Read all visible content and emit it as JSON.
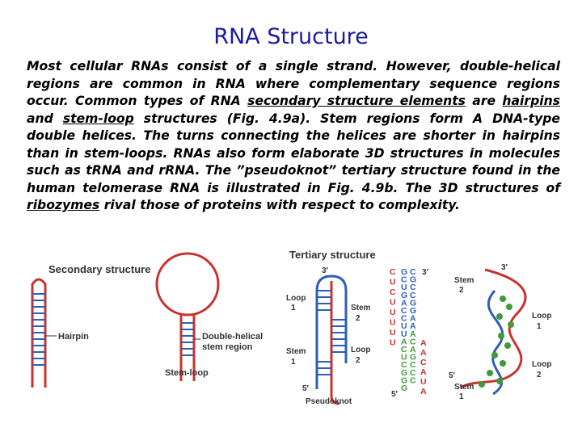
{
  "title": "RNA Structure",
  "paragraph": {
    "p1": "Most cellular RNAs consist of a single strand. However, double-helical regions are common in RNA where complementary sequence regions occur. Common types of RNA ",
    "link1": "secondary structure elements",
    "p2": " are ",
    "link2": "hairpins",
    "p3": " and ",
    "link3": "stem-loop",
    "p4": " structures (Fig. 4.9a). Stem regions form A DNA-type double helices. The turns connecting the helices are shorter in hairpins than in stem-loops. RNAs also form elaborate 3D structures in molecules such as tRNA and rRNA. The ”pseudoknot” tertiary structure found in the human telomerase RNA is illustrated in Fig. 4.9b. The 3D structures of ",
    "link4": "ribozymes",
    "p5": " rival those of proteins with respect to complexity."
  },
  "figure": {
    "secondary_title": "Secondary structure",
    "hairpin": "Hairpin",
    "double_helical_1": "Double-helical",
    "double_helical_2": "stem region",
    "stem_loop": "Stem-loop",
    "tertiary_title": "Tertiary structure",
    "three_prime": "3′",
    "five_prime": "5′",
    "loop1_a": "Loop",
    "loop1_b": "1",
    "stem2_a": "Stem",
    "stem2_b": "2",
    "stem1_a": "Stem",
    "stem1_b": "1",
    "loop2_a": "Loop",
    "loop2_b": "2",
    "pseudoknot": "Pseudoknot",
    "seq_red_left": [
      "C",
      "U",
      "C",
      "U",
      "U",
      "U",
      "U",
      "U"
    ],
    "seq_col2": [
      "G",
      "C",
      "U",
      "G",
      "A",
      "C",
      "C",
      "U",
      "U",
      "A",
      "C",
      "U",
      "C",
      "G",
      "G",
      "G"
    ],
    "seq_col3": [
      "C",
      "G",
      "C",
      "C",
      "G",
      "G",
      "A",
      "A",
      "A",
      "C",
      "A",
      "G",
      "C",
      "C",
      "C"
    ],
    "seq_red_right": [
      "A",
      "A",
      "C",
      "A",
      "U",
      "A"
    ],
    "colors": {
      "blue": "#2b5fb8",
      "red": "#c8332d",
      "green": "#3f9a3a",
      "title": "#1a1aa6"
    }
  }
}
